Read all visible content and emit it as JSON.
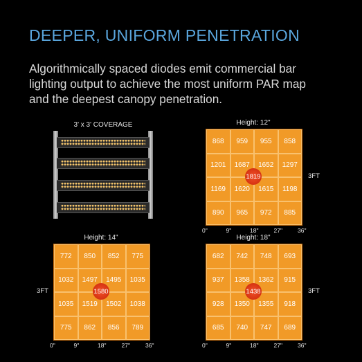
{
  "title": "DEEPER, UNIFORM PENETRATION",
  "description": [
    "Algorithmically spaced diodes emit commercial bar",
    "lighting output to achieve the most uniform PAR map",
    "and the deepest canopy penetration."
  ],
  "fixture": {
    "title": "3' x 3' COVERAGE"
  },
  "maps": [
    {
      "title": "Height: 12\"",
      "side_label": "3FT",
      "center": "1819",
      "rows": [
        [
          "868",
          "959",
          "955",
          "858"
        ],
        [
          "1201",
          "1687",
          "1652",
          "1297"
        ],
        [
          "1169",
          "1620",
          "1615",
          "1198"
        ],
        [
          "890",
          "965",
          "972",
          "885"
        ]
      ]
    },
    {
      "title": "Height: 14\"",
      "side_label": "3FT",
      "center": "1580",
      "rows": [
        [
          "772",
          "850",
          "852",
          "775"
        ],
        [
          "1032",
          "1497",
          "1495",
          "1035"
        ],
        [
          "1035",
          "1519",
          "1502",
          "1038"
        ],
        [
          "775",
          "862",
          "856",
          "789"
        ]
      ]
    },
    {
      "title": "Height: 18\"",
      "side_label": "3FT",
      "center": "1438",
      "rows": [
        [
          "682",
          "742",
          "748",
          "693"
        ],
        [
          "937",
          "1358",
          "1362",
          "915"
        ],
        [
          "928",
          "1350",
          "1355",
          "918"
        ],
        [
          "685",
          "740",
          "747",
          "689"
        ]
      ]
    }
  ],
  "axis_ticks": [
    "0\"",
    "9\"",
    "18\"",
    "27\"",
    "36\""
  ],
  "colors": {
    "title": "#5aa6dd",
    "grid": "#f19a27",
    "center": "#d63312"
  }
}
